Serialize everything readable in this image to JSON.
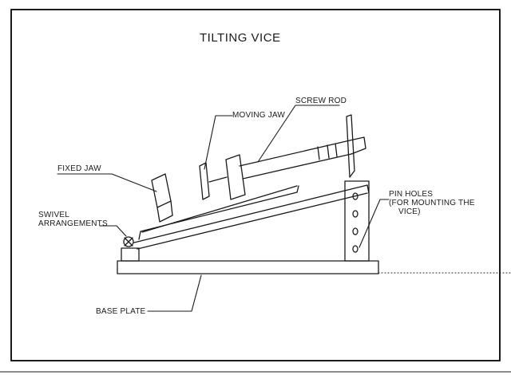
{
  "diagram": {
    "title": "TILTING VICE",
    "labels": {
      "moving_jaw": "MOVING JAW",
      "screw_rod": "SCREW ROD",
      "fixed_jaw": "FIXED JAW",
      "swivel_line1": "SWIVEL",
      "swivel_line2": "ARRANGEMENTS",
      "pin_holes_line1": "PIN HOLES",
      "pin_holes_line2": "(FOR MOUNTING THE",
      "pin_holes_line3": "VICE)",
      "base_plate": "BASE PLATE"
    },
    "colors": {
      "ink": "#1a1a1a",
      "paper": "#ffffff"
    }
  }
}
